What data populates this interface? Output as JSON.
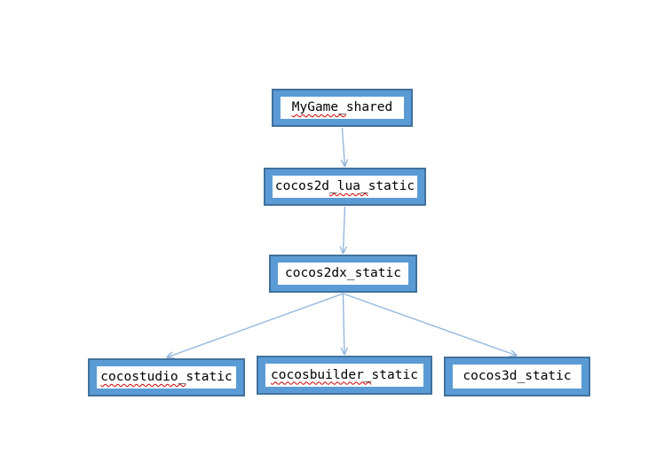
{
  "diagram": {
    "type": "dependency-graph",
    "colors": {
      "node_fill": "#5b9bd5",
      "node_border": "#41719c",
      "node_inner_fill": "#ffffff",
      "node_text": "#000000",
      "arrow": "#94b7dc",
      "spellcheck_underline": "#d00000",
      "background": "#ffffff"
    },
    "nodes": [
      {
        "id": "mygame_shared",
        "label": "MyGame_shared",
        "pre": "",
        "misspelled": "MyGame_",
        "post": "shared"
      },
      {
        "id": "cocos2d_lua_static",
        "label": "cocos2d_lua_static",
        "pre": "cocos2d",
        "misspelled": "_lua_",
        "post": "static"
      },
      {
        "id": "cocos2dx_static",
        "label": "cocos2dx_static",
        "pre": "cocos2dx_static",
        "misspelled": "",
        "post": ""
      },
      {
        "id": "cocostudio_static",
        "label": "cocostudio_static",
        "pre": "",
        "misspelled": "cocostudio_",
        "post": "static"
      },
      {
        "id": "cocosbuilder_static",
        "label": "cocosbuilder_static",
        "pre": "",
        "misspelled": "cocosbuilder_",
        "post": "static"
      },
      {
        "id": "cocos3d_static",
        "label": "cocos3d_static",
        "pre": "cocos3d_static",
        "misspelled": "",
        "post": ""
      }
    ],
    "edges": [
      {
        "from": "mygame_shared",
        "to": "cocos2d_lua_static"
      },
      {
        "from": "cocos2d_lua_static",
        "to": "cocos2dx_static"
      },
      {
        "from": "cocos2dx_static",
        "to": "cocostudio_static"
      },
      {
        "from": "cocos2dx_static",
        "to": "cocosbuilder_static"
      },
      {
        "from": "cocos2dx_static",
        "to": "cocos3d_static"
      }
    ]
  }
}
